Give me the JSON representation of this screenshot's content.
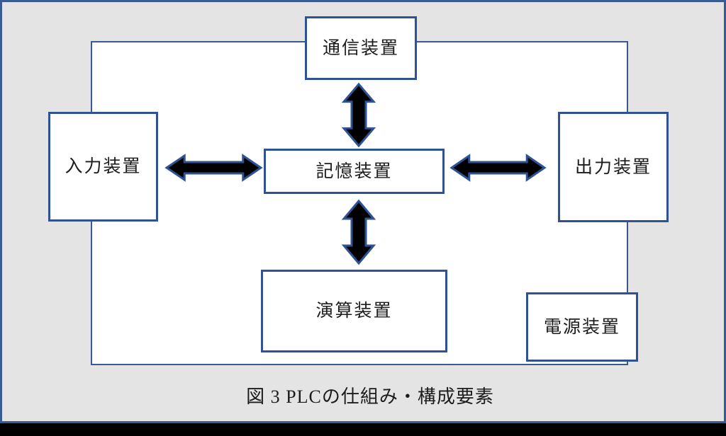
{
  "diagram": {
    "caption": "図 3 PLCの仕組み・構成要素",
    "boxes": [
      {
        "id": "communication",
        "label": "通信装置"
      },
      {
        "id": "input",
        "label": "入力装置"
      },
      {
        "id": "memory",
        "label": "記憶装置"
      },
      {
        "id": "output",
        "label": "出力装置"
      },
      {
        "id": "arithmetic",
        "label": "演算装置"
      },
      {
        "id": "power",
        "label": "電源装置"
      }
    ],
    "connections": [
      {
        "from": "記憶装置",
        "to": "通信装置",
        "type": "bidirectional"
      },
      {
        "from": "記憶装置",
        "to": "入力装置",
        "type": "bidirectional"
      },
      {
        "from": "記憶装置",
        "to": "出力装置",
        "type": "bidirectional"
      },
      {
        "from": "記憶装置",
        "to": "演算装置",
        "type": "bidirectional"
      }
    ],
    "colors": {
      "frame_blue": "#3a5a94",
      "box_border_blue": "#2f5392",
      "box_fill": "#ffffff",
      "canvas_gray": "#e4e4e4",
      "arrow_fill": "#000000",
      "arrow_outline": "#2f5392",
      "bottom_bar_black": "#000000",
      "text": "#1c1c1c"
    }
  }
}
